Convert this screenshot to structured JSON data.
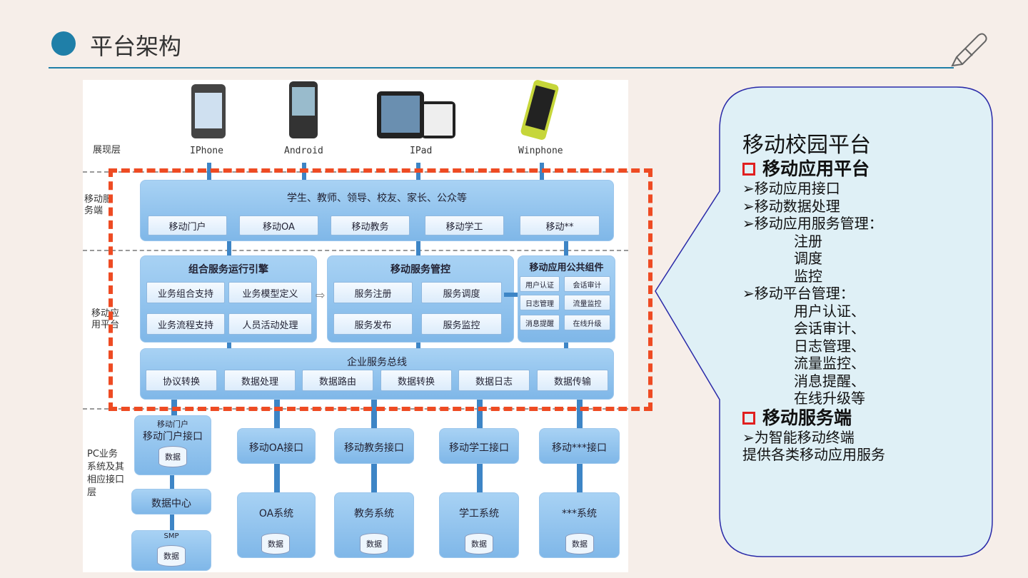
{
  "slide": {
    "title": "平台架构"
  },
  "diagram": {
    "layers": {
      "presentation": "展现层",
      "mobile_service": "移动服务端",
      "mobile_platform": "移动应用平台",
      "pc_layer": "PC业务系统及其相应接口层"
    },
    "devices": [
      "IPhone",
      "Android",
      "IPad",
      "Winphone"
    ],
    "service": {
      "title": "学生、教师、领导、校友、家长、公众等",
      "items": [
        "移动门户",
        "移动OA",
        "移动教务",
        "移动学工",
        "移动**"
      ]
    },
    "engine": {
      "title": "组合服务运行引擎",
      "items": [
        "业务组合支持",
        "业务模型定义",
        "业务流程支持",
        "人员活动处理"
      ]
    },
    "control": {
      "title": "移动服务管控",
      "items": [
        "服务注册",
        "服务调度",
        "服务发布",
        "服务监控"
      ]
    },
    "components": {
      "title": "移动应用公共组件",
      "items": [
        "用户认证",
        "会话审计",
        "日志管理",
        "流量监控",
        "消息提醒",
        "在线升级"
      ]
    },
    "esb": {
      "title": "企业服务总线",
      "items": [
        "协议转换",
        "数据处理",
        "数据路由",
        "数据转换",
        "数据日志",
        "数据传输"
      ]
    },
    "portal": {
      "small": "移动门户",
      "title": "移动门户接口",
      "data": "数据",
      "center": "数据中心",
      "smp": "SMP"
    },
    "interfaces": [
      "移动OA接口",
      "移动教务接口",
      "移动学工接口",
      "移动***接口"
    ],
    "systems": [
      "OA系统",
      "教务系统",
      "学工系统",
      "***系统"
    ],
    "data_label": "数据"
  },
  "callout": {
    "heading": "移动校园平台",
    "sec1": "移动应用平台",
    "lines1": [
      "➢移动应用接口",
      "➢移动数据处理",
      "➢移动应用服务管理："
    ],
    "sub1": [
      "注册",
      "调度",
      "监控"
    ],
    "line2": "➢移动平台管理：",
    "sub2": [
      "用户认证、",
      "会话审计、",
      "日志管理、",
      "流量监控、",
      "消息提醒、",
      "在线升级等"
    ],
    "sec2": "移动服务端",
    "lines3": [
      "➢为智能移动终端",
      "提供各类移动应用服务"
    ]
  },
  "colors": {
    "accent": "#1f7fa8",
    "red": "#ee4b23",
    "box": "#8fc0ee"
  }
}
